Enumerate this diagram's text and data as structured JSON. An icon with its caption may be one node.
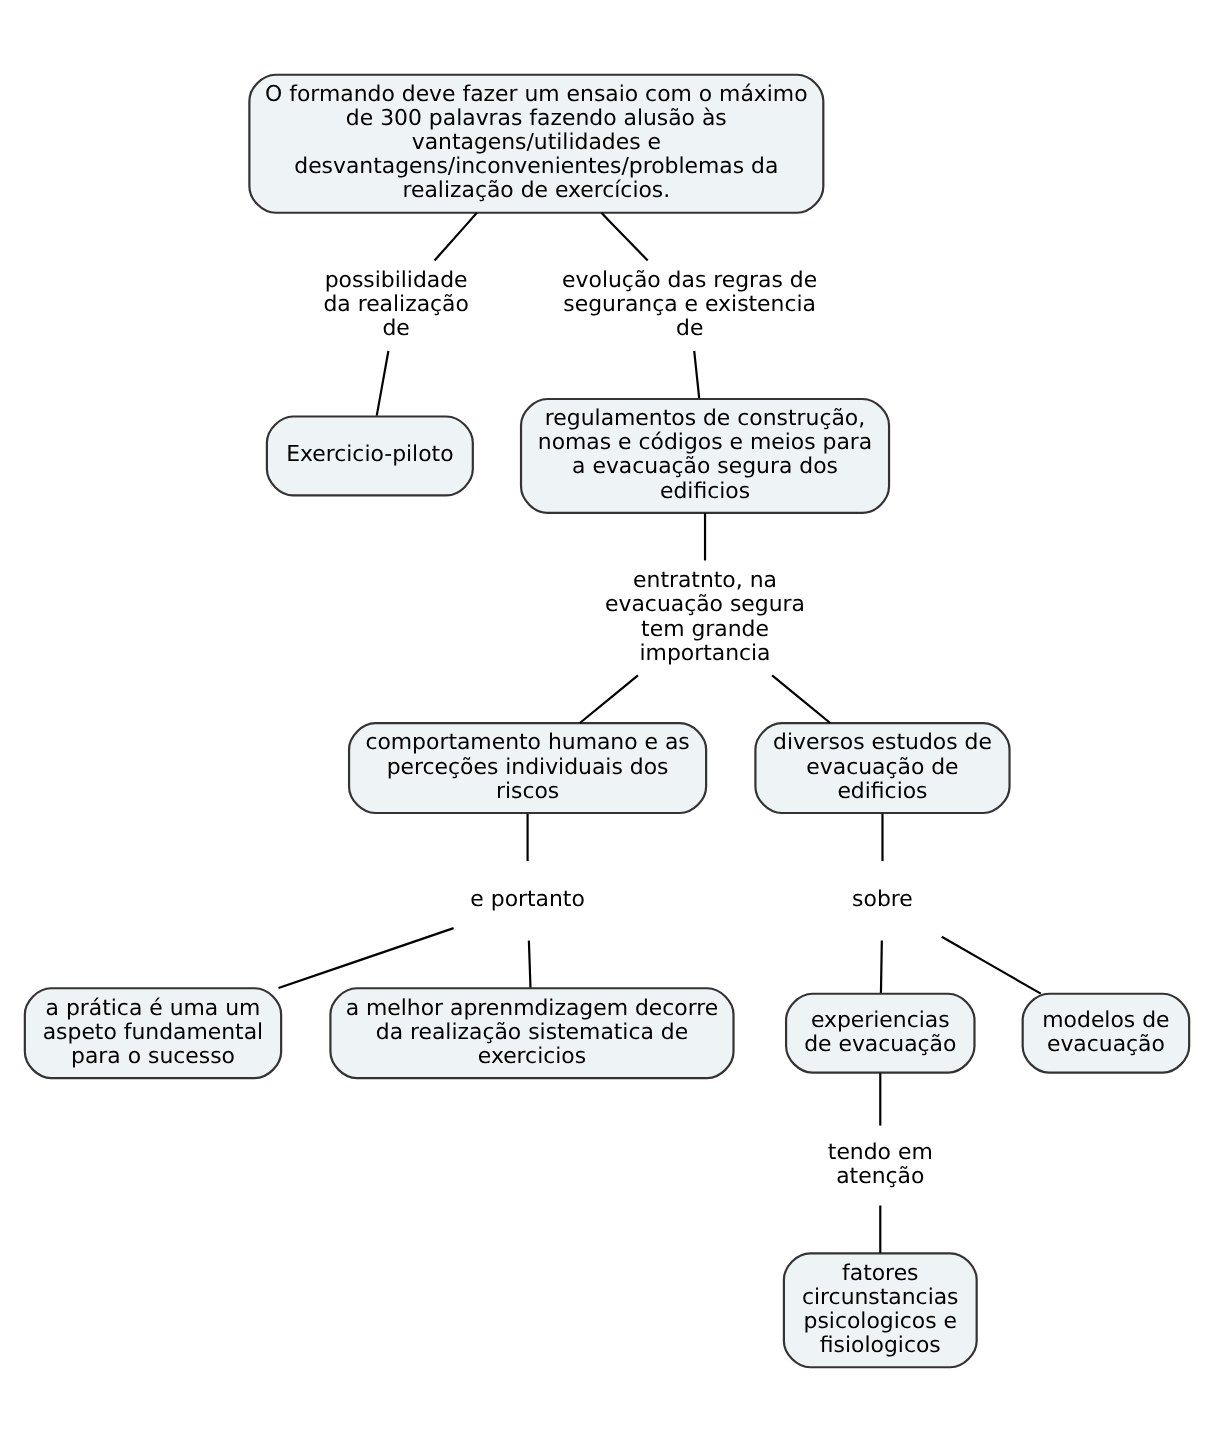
{
  "diagram": {
    "nodes": [
      {
        "text": [
          "O formando deve fazer um ensaio com o máximo de 300 palavras fazendo alusão às vantagens/utilidades e desvantagens/inconvenientes/problemas da realização de exercícios."
        ]
      },
      {
        "text": [
          "possibilidade da realização de"
        ]
      },
      {
        "text": [
          "evolução das regras de segurança e existencia de"
        ]
      },
      {
        "text": [
          "Exercicio-piloto"
        ]
      },
      {
        "text": [
          "regulamentos de construção, nomas e códigos e meios para a evacuação segura dos edificios"
        ]
      },
      {
        "text": [
          "entratnto, na evacuação segura tem grande importancia"
        ]
      },
      {
        "text": [
          "comportamento humano e as perceções individuais dos riscos"
        ]
      },
      {
        "text": [
          "diversos estudos de evacuação de edificios"
        ]
      },
      {
        "text": [
          "e portanto"
        ]
      },
      {
        "text": [
          "a prática é uma um aspeto fundamental para o sucesso"
        ]
      },
      {
        "text": [
          "a melhor aprenmdizagem decorre da realização sistematica de exercicios"
        ]
      },
      {
        "text": [
          "sobre"
        ]
      },
      {
        "text": [
          "experiencias de evacuação"
        ]
      },
      {
        "text": [
          "modelos de evacuação"
        ]
      },
      {
        "text": [
          "tendo em atenção"
        ]
      },
      {
        "text": [
          "fatores circunstancias psicologicos e fisiologicos"
        ]
      }
    ],
    "edges": [
      {
        "from": 0,
        "to": 1,
        "arrow": "none"
      },
      {
        "from": 0,
        "to": 2,
        "arrow": "none"
      },
      {
        "from": 1,
        "to": 3,
        "arrow": "none"
      },
      {
        "from": 2,
        "to": 4,
        "arrow": "none"
      },
      {
        "from": 4,
        "to": 5,
        "arrow": "none"
      },
      {
        "from": 5,
        "to": 6,
        "arrow": "none"
      },
      {
        "from": 5,
        "to": 7,
        "arrow": "none"
      },
      {
        "from": 6,
        "to": 8,
        "arrow": "none"
      },
      {
        "from": 8,
        "to": 9,
        "arrow": "none"
      },
      {
        "from": 8,
        "to": 10,
        "arrow": "none"
      },
      {
        "from": 7,
        "to": 11,
        "arrow": "none"
      },
      {
        "from": 11,
        "to": 12,
        "arrow": "none"
      },
      {
        "from": 11,
        "to": 13,
        "arrow": "none"
      },
      {
        "from": 12,
        "to": 14,
        "arrow": "none"
      },
      {
        "from": 14,
        "to": 15,
        "arrow": "none"
      }
    ]
  }
}
